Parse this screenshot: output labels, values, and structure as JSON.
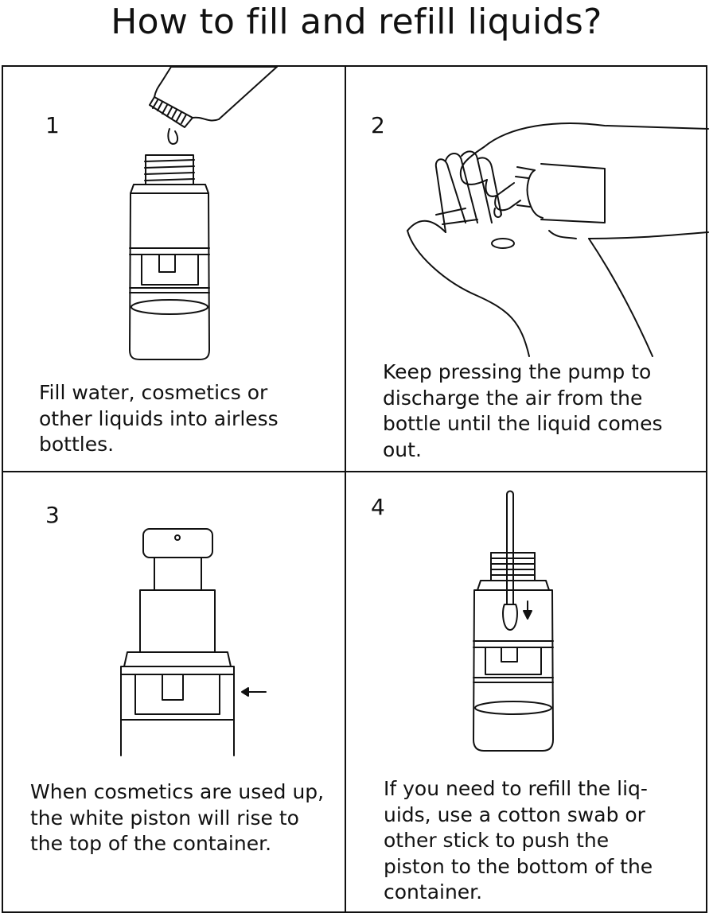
{
  "title": "How to fill and refill liquids?",
  "steps": [
    {
      "number": "1",
      "caption": "Fill water, cosmetics or\nother liquids into airless\nbottles."
    },
    {
      "number": "2",
      "caption": "Keep pressing the pump to\ndischarge the air from the\nbottle until the liquid comes\nout."
    },
    {
      "number": "3",
      "caption": "When cosmetics are used up,\nthe white piston will rise to\nthe top of the container."
    },
    {
      "number": "4",
      "caption": "If you need to refill the liq-\nuids, use a cotton swab or\nother stick to push the\npiston to the bottom of the\ncontainer."
    }
  ]
}
